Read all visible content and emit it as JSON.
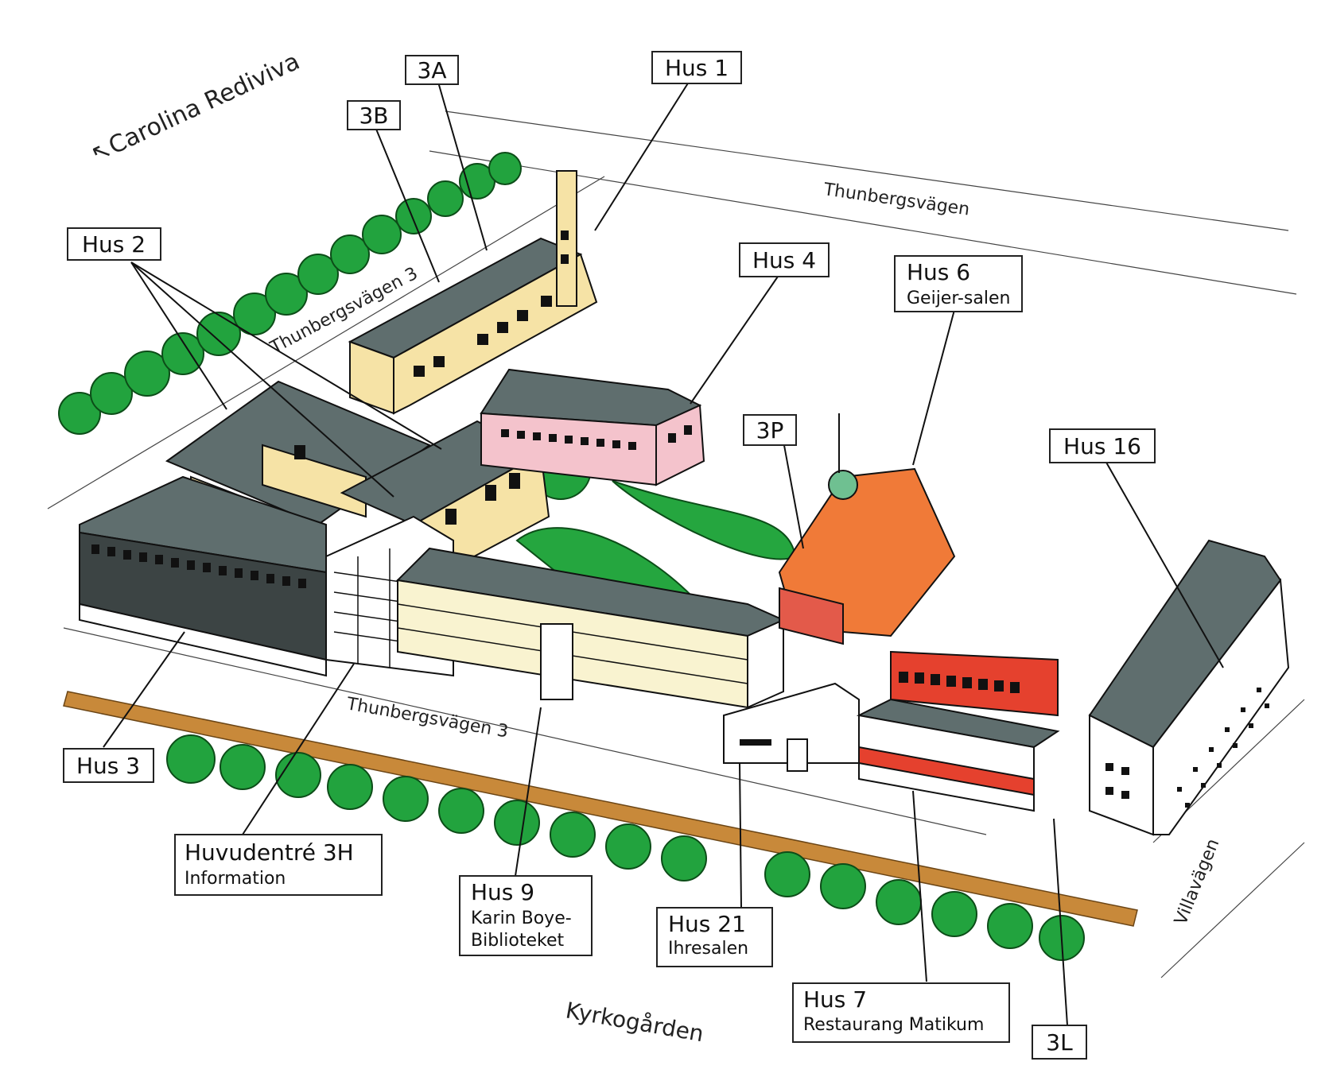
{
  "streets": {
    "carolina": "Carolina Rediviva",
    "carolina_arrow": "↖",
    "thunberg_top": "Thunbergsvägen",
    "thunberg3_upper": "Thunbergsvägen 3",
    "thunberg3_lower": "Thunbergsvägen 3",
    "villavagen": "Villavägen",
    "kyrkogarden": "Kyrkogården"
  },
  "labels": {
    "hus1": "Hus 1",
    "hus2": "Hus 2",
    "label3a": "3A",
    "label3b": "3B",
    "hus4": "Hus 4",
    "hus6": "Hus 6",
    "hus6_sub": "Geijer-salen",
    "label3p": "3P",
    "hus16": "Hus 16",
    "hus3": "Hus 3",
    "huvudentre": "Huvudentré 3H",
    "huvudentre_sub": "Information",
    "hus9": "Hus 9",
    "hus9_sub1": "Karin Boye-",
    "hus9_sub2": "Biblioteket",
    "hus21": "Hus 21",
    "hus21_sub": "Ihresalen",
    "hus7": "Hus 7",
    "hus7_sub": "Restaurang Matikum",
    "label3l": "3L"
  },
  "colors": {
    "roof": "#5f6e6e",
    "yellow_wall": "#f6e3a6",
    "pink_wall": "#f4c3cc",
    "orange_building": "#f07a38",
    "red_accent": "#e5412e",
    "trees": "#22a33e",
    "path": "#c8893a"
  }
}
